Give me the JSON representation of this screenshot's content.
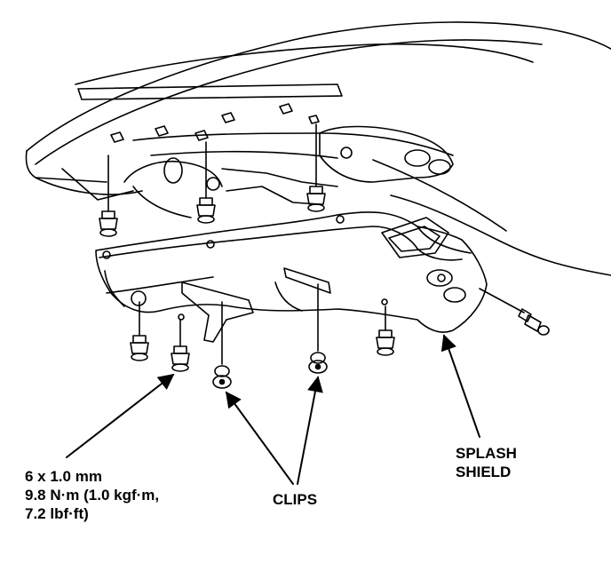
{
  "labels": {
    "bolt_spec": {
      "line1": "6 x 1.0 mm",
      "line2": "9.8 N·m (1.0 kgf·m,",
      "line3": "7.2 lbf·ft)"
    },
    "clips": "CLIPS",
    "splash_shield": {
      "line1": "SPLASH",
      "line2": "SHIELD"
    }
  },
  "colors": {
    "ink": "#000000",
    "paper": "#ffffff"
  }
}
